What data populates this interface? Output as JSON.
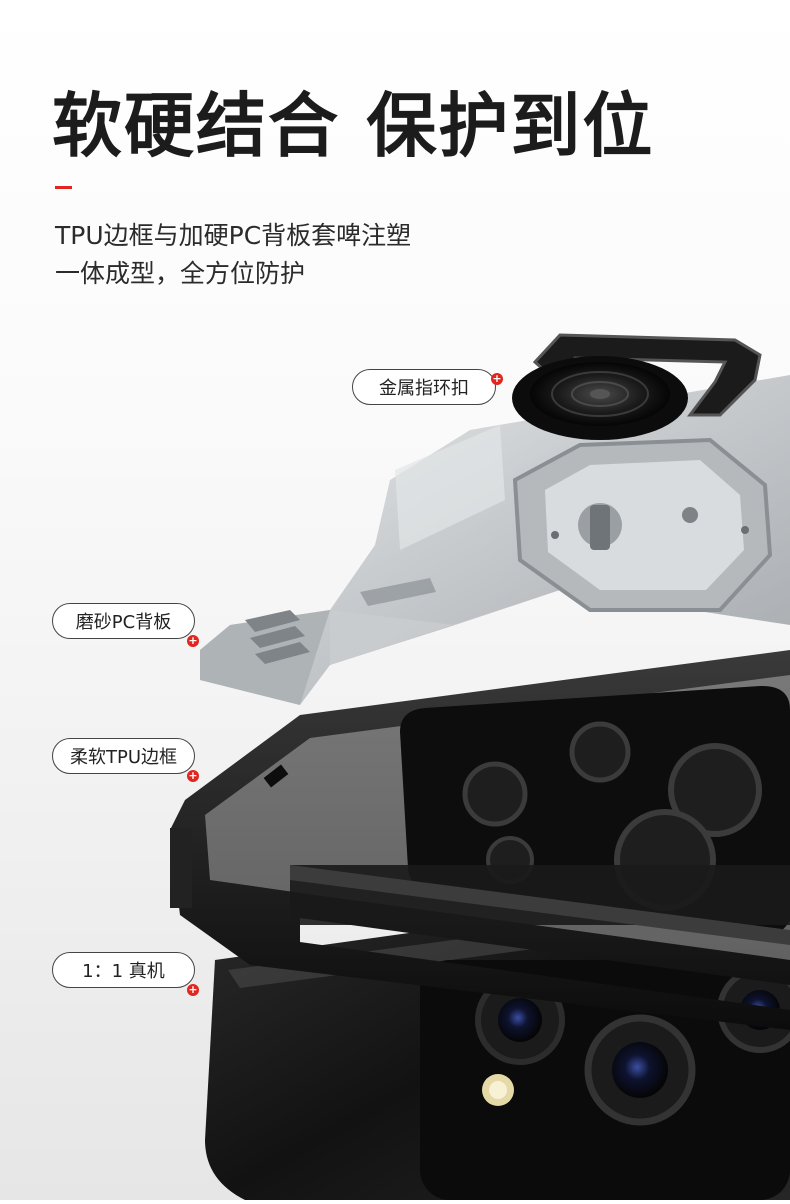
{
  "headline": "软硬结合 保护到位",
  "subtitle_lines": [
    "TPU边框与加硬PC背板套啤注塑",
    "一体成型，全方位防护"
  ],
  "callouts": [
    {
      "label": "金属指环扣",
      "icon": "plus-icon"
    },
    {
      "label": "磨砂PC背板",
      "icon": "plus-icon"
    },
    {
      "label": "柔软TPU边框",
      "icon": "plus-icon"
    },
    {
      "label": "1：1 真机",
      "icon": "plus-icon"
    }
  ],
  "colors": {
    "accent": "#e0261f",
    "text": "#1c1c1c",
    "callout_border": "#444444",
    "frame": "#141414",
    "pc_panel": "#d3d6d8"
  }
}
